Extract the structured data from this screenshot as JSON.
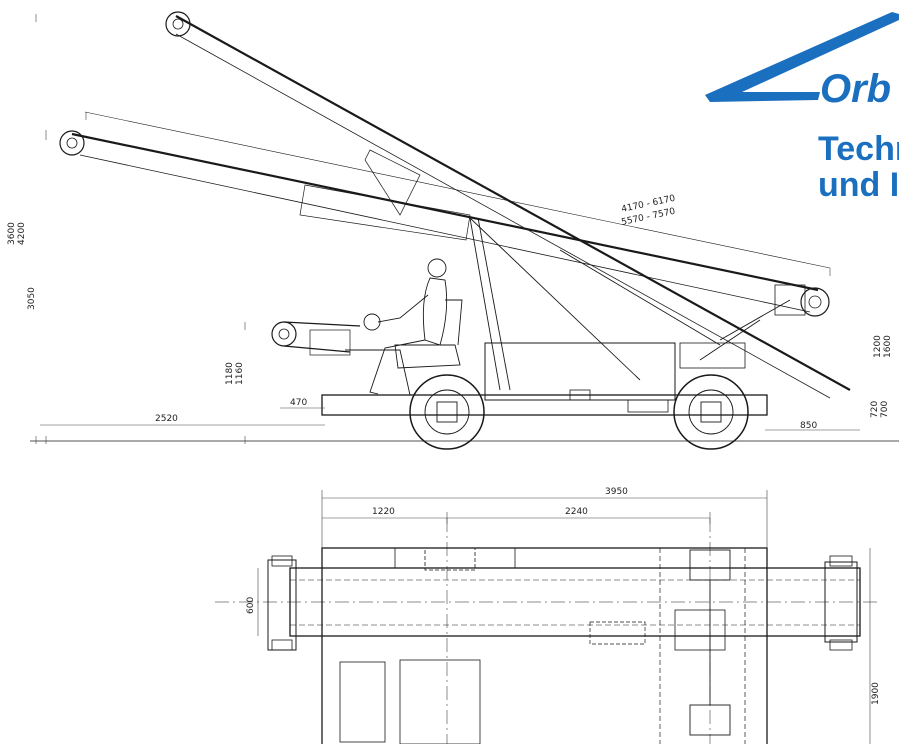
{
  "brand": {
    "name": "Orb",
    "tagline_1": "Techr",
    "tagline_2": "und I",
    "color": "#1a6fbf"
  },
  "side_view": {
    "dims": {
      "height_a": "3600",
      "height_b": "4200",
      "height_mid": "3050",
      "lift_a": "1180",
      "lift_b": "1160",
      "len_range_1": "4170 - 6170",
      "len_range_2": "5570 - 7570",
      "rear_overhang": "2520",
      "front_offset": "470",
      "end_height_a": "1200",
      "end_height_b": "1600",
      "tail_a": "720",
      "tail_b": "700",
      "tail_len": "850"
    }
  },
  "plan_view": {
    "dims": {
      "total_length": "3950",
      "seg_1": "1220",
      "seg_2": "2240",
      "belt_width": "600",
      "total_width": "1900"
    }
  },
  "colors": {
    "line": "#1a1a1a",
    "thin": "#444444"
  }
}
